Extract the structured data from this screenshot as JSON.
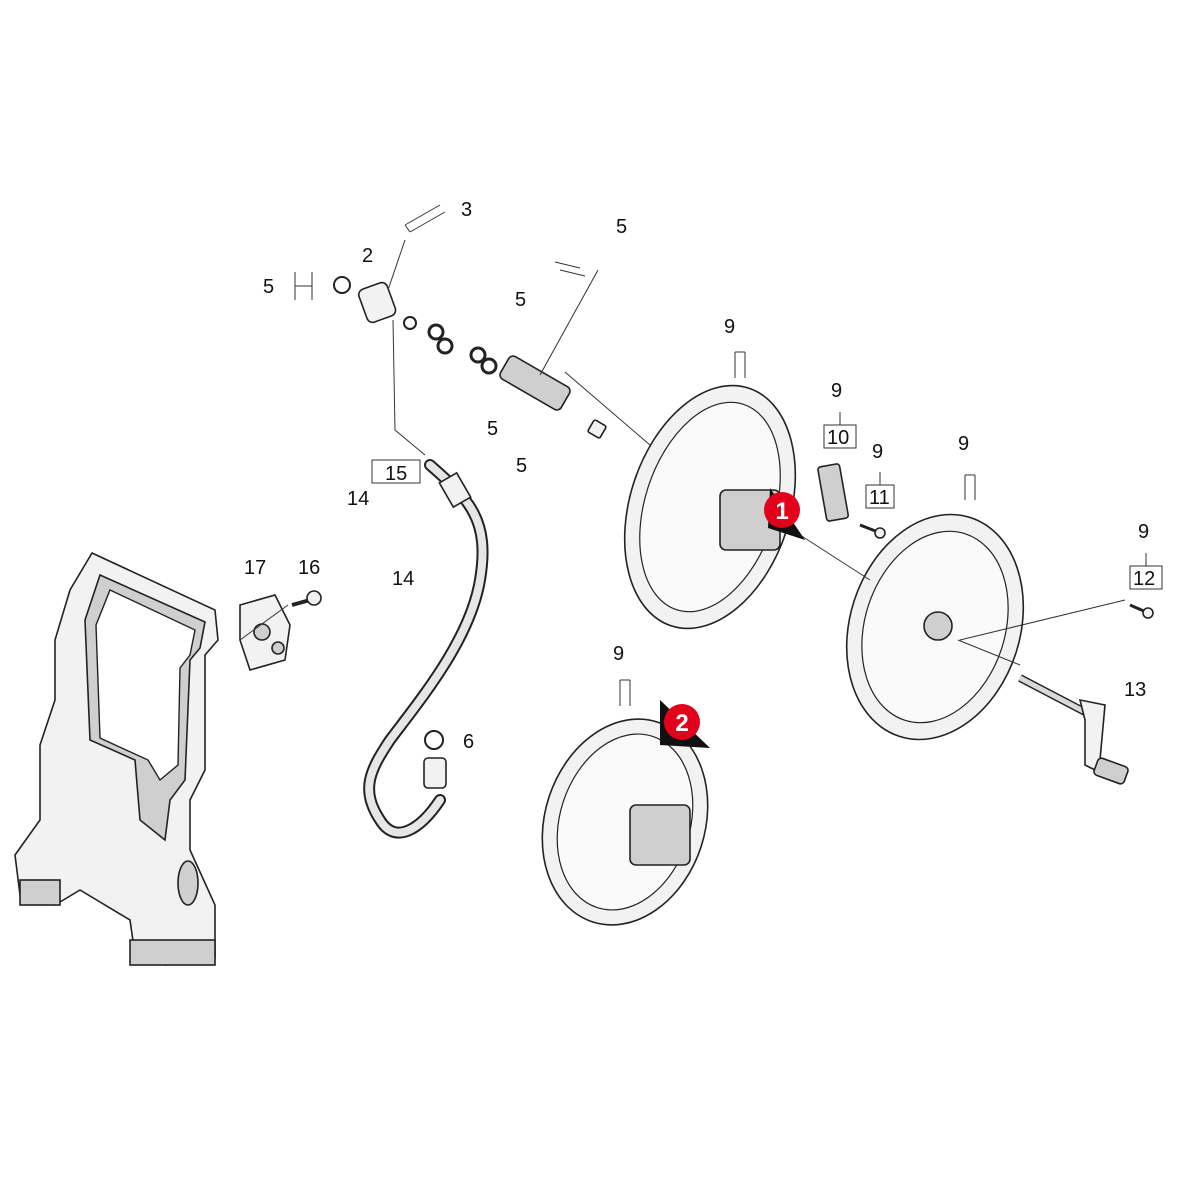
{
  "callouts": {
    "c3": "3",
    "c2": "2",
    "c5a": "5",
    "c5b": "5",
    "c5c": "5",
    "c5d": "5",
    "c5e": "5",
    "c9a": "9",
    "c9b": "9",
    "c9c": "9",
    "c9d": "9",
    "c9e": "9",
    "c9f": "9",
    "c10": "10",
    "c11": "11",
    "c12": "12",
    "c13": "13",
    "c14a": "14",
    "c14b": "14",
    "c15": "15",
    "c16": "16",
    "c17": "17",
    "c6": "6"
  },
  "badges": {
    "b1": "1",
    "b2": "2"
  },
  "colors": {
    "badge": "#e2001a",
    "line": "#222222",
    "fill": "#f2f2f2"
  }
}
